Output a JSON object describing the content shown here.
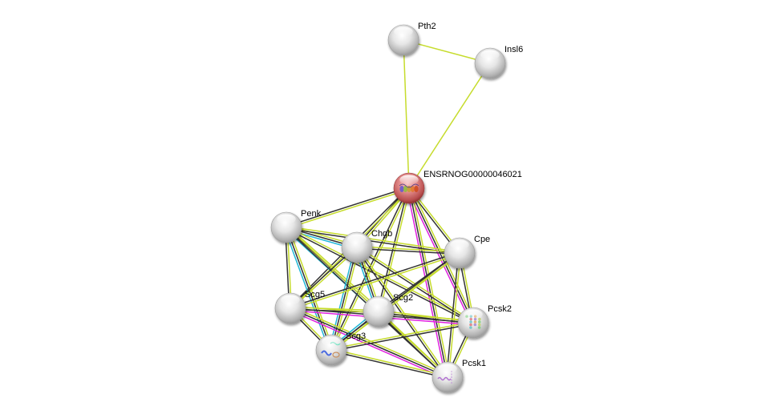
{
  "network": {
    "query_node": "ENSRNOG00000046021",
    "nodes": [
      {
        "id": "Pth2",
        "label": "Pth2",
        "type": "plain"
      },
      {
        "id": "Insl6",
        "label": "Insl6",
        "type": "plain"
      },
      {
        "id": "ENSRNOG00000046021",
        "label": "ENSRNOG00000046021",
        "type": "query"
      },
      {
        "id": "Penk",
        "label": "Penk",
        "type": "plain"
      },
      {
        "id": "Chgb",
        "label": "Chgb",
        "type": "plain"
      },
      {
        "id": "Cpe",
        "label": "Cpe",
        "type": "plain"
      },
      {
        "id": "Scg5",
        "label": "Scg5",
        "type": "plain"
      },
      {
        "id": "Scg2",
        "label": "Scg2",
        "type": "plain"
      },
      {
        "id": "Pcsk2",
        "label": "Pcsk2",
        "type": "structure"
      },
      {
        "id": "Scg3",
        "label": "Scg3",
        "type": "structure"
      },
      {
        "id": "Pcsk1",
        "label": "Pcsk1",
        "type": "structure"
      }
    ],
    "edge_colors": {
      "textmining": "#c6dc2c",
      "coexpression": "#333333",
      "database": "#20b8d8",
      "experiments": "#e020e0"
    },
    "edges": [
      {
        "a": "Pth2",
        "b": "Insl6",
        "types": [
          "textmining"
        ]
      },
      {
        "a": "Pth2",
        "b": "ENSRNOG00000046021",
        "types": [
          "textmining"
        ]
      },
      {
        "a": "Insl6",
        "b": "ENSRNOG00000046021",
        "types": [
          "textmining"
        ]
      },
      {
        "a": "ENSRNOG00000046021",
        "b": "Penk",
        "types": [
          "textmining",
          "coexpression"
        ]
      },
      {
        "a": "ENSRNOG00000046021",
        "b": "Chgb",
        "types": [
          "textmining",
          "coexpression"
        ]
      },
      {
        "a": "ENSRNOG00000046021",
        "b": "Cpe",
        "types": [
          "textmining",
          "coexpression"
        ]
      },
      {
        "a": "ENSRNOG00000046021",
        "b": "Scg5",
        "types": [
          "textmining",
          "coexpression"
        ]
      },
      {
        "a": "ENSRNOG00000046021",
        "b": "Scg2",
        "types": [
          "textmining",
          "coexpression"
        ]
      },
      {
        "a": "ENSRNOG00000046021",
        "b": "Pcsk2",
        "types": [
          "textmining",
          "coexpression",
          "experiments"
        ]
      },
      {
        "a": "ENSRNOG00000046021",
        "b": "Scg3",
        "types": [
          "textmining",
          "coexpression"
        ]
      },
      {
        "a": "ENSRNOG00000046021",
        "b": "Pcsk1",
        "types": [
          "textmining",
          "coexpression",
          "experiments"
        ]
      },
      {
        "a": "Penk",
        "b": "Chgb",
        "types": [
          "textmining",
          "coexpression",
          "database"
        ]
      },
      {
        "a": "Penk",
        "b": "Cpe",
        "types": [
          "textmining",
          "coexpression"
        ]
      },
      {
        "a": "Penk",
        "b": "Scg5",
        "types": [
          "textmining",
          "coexpression"
        ]
      },
      {
        "a": "Penk",
        "b": "Scg2",
        "types": [
          "textmining",
          "coexpression",
          "database"
        ]
      },
      {
        "a": "Penk",
        "b": "Scg3",
        "types": [
          "textmining",
          "coexpression",
          "database"
        ]
      },
      {
        "a": "Penk",
        "b": "Pcsk2",
        "types": [
          "textmining",
          "coexpression"
        ]
      },
      {
        "a": "Penk",
        "b": "Pcsk1",
        "types": [
          "textmining",
          "coexpression"
        ]
      },
      {
        "a": "Chgb",
        "b": "Cpe",
        "types": [
          "textmining",
          "coexpression"
        ]
      },
      {
        "a": "Chgb",
        "b": "Scg5",
        "types": [
          "textmining",
          "coexpression"
        ]
      },
      {
        "a": "Chgb",
        "b": "Scg2",
        "types": [
          "textmining",
          "coexpression",
          "database"
        ]
      },
      {
        "a": "Chgb",
        "b": "Scg3",
        "types": [
          "textmining",
          "coexpression",
          "database"
        ]
      },
      {
        "a": "Chgb",
        "b": "Pcsk2",
        "types": [
          "textmining",
          "coexpression"
        ]
      },
      {
        "a": "Chgb",
        "b": "Pcsk1",
        "types": [
          "textmining",
          "coexpression"
        ]
      },
      {
        "a": "Cpe",
        "b": "Scg5",
        "types": [
          "textmining",
          "coexpression"
        ]
      },
      {
        "a": "Cpe",
        "b": "Scg2",
        "types": [
          "textmining",
          "coexpression"
        ]
      },
      {
        "a": "Cpe",
        "b": "Scg3",
        "types": [
          "textmining",
          "coexpression"
        ]
      },
      {
        "a": "Cpe",
        "b": "Pcsk2",
        "types": [
          "textmining",
          "coexpression"
        ]
      },
      {
        "a": "Cpe",
        "b": "Pcsk1",
        "types": [
          "textmining",
          "coexpression"
        ]
      },
      {
        "a": "Scg5",
        "b": "Scg2",
        "types": [
          "textmining",
          "coexpression"
        ]
      },
      {
        "a": "Scg5",
        "b": "Scg3",
        "types": [
          "textmining",
          "coexpression"
        ]
      },
      {
        "a": "Scg5",
        "b": "Pcsk2",
        "types": [
          "textmining",
          "coexpression",
          "experiments"
        ]
      },
      {
        "a": "Scg5",
        "b": "Pcsk1",
        "types": [
          "textmining",
          "coexpression",
          "experiments"
        ]
      },
      {
        "a": "Scg2",
        "b": "Scg3",
        "types": [
          "textmining",
          "coexpression",
          "database"
        ]
      },
      {
        "a": "Scg2",
        "b": "Pcsk2",
        "types": [
          "textmining",
          "coexpression"
        ]
      },
      {
        "a": "Scg2",
        "b": "Pcsk1",
        "types": [
          "textmining",
          "coexpression"
        ]
      },
      {
        "a": "Scg3",
        "b": "Pcsk2",
        "types": [
          "textmining",
          "coexpression"
        ]
      },
      {
        "a": "Scg3",
        "b": "Pcsk1",
        "types": [
          "textmining",
          "coexpression"
        ]
      },
      {
        "a": "Pcsk2",
        "b": "Pcsk1",
        "types": [
          "textmining",
          "coexpression"
        ]
      }
    ]
  }
}
